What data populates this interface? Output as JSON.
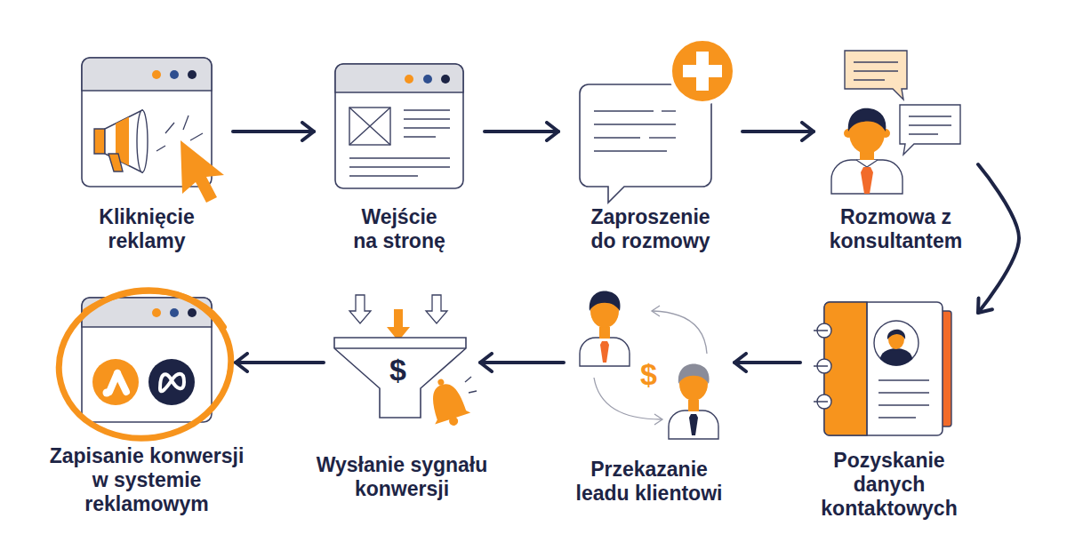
{
  "diagram": {
    "nodes": [
      {
        "text": [
          "Kliknięcie reklamy"
        ]
      },
      {
        "text": [
          "Wejście na stronę"
        ]
      },
      {
        "text": [
          "Zaproszenie do rozmowy"
        ]
      },
      {
        "text": [
          "Rozmowa z konsultantem"
        ]
      },
      {
        "text": [
          "Pozyskanie danych kontaktowych"
        ]
      },
      {
        "text": [
          "Przekazanie leadu klientowi"
        ]
      },
      {
        "text": [
          "Wysłanie sygnału konwersji"
        ]
      },
      {
        "text": [
          "Zapisanie konwersji w systemie reklamowym"
        ]
      }
    ],
    "edges": [
      {
        "from": 0,
        "to": 1,
        "arrow": "to"
      },
      {
        "from": 1,
        "to": 2,
        "arrow": "to"
      },
      {
        "from": 2,
        "to": 3,
        "arrow": "to"
      },
      {
        "from": 3,
        "to": 4,
        "arrow": "to"
      },
      {
        "from": 4,
        "to": 5,
        "arrow": "to"
      },
      {
        "from": 5,
        "to": 6,
        "arrow": "to"
      },
      {
        "from": 6,
        "to": 7,
        "arrow": "to"
      }
    ],
    "labels": [
      "$",
      "$"
    ]
  }
}
